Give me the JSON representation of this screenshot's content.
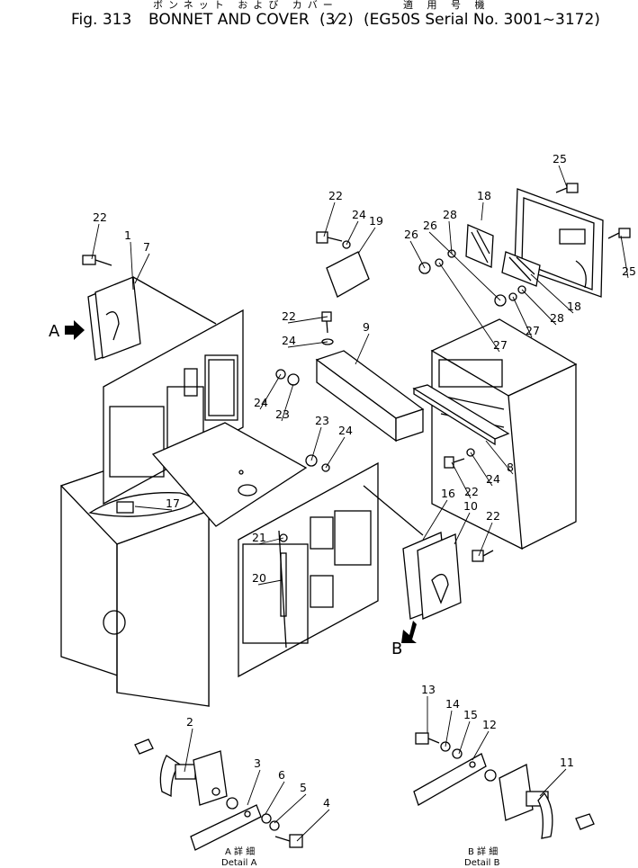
{
  "header": {
    "title_jp": "ボンネット および カバー",
    "applicability_jp": "適 用 号 機",
    "figure_no": "Fig. 313",
    "title": "BONNET AND COVER",
    "sheet": "(3⁄2)",
    "serial": "(EG50S Serial No. 3001~3172)"
  },
  "views": [
    {
      "letter": "A",
      "caption_jp": "A 詳 細",
      "caption": "Detail A"
    },
    {
      "letter": "B",
      "caption_jp": "B 詳 細",
      "caption": "Detail B"
    }
  ],
  "callouts": [
    {
      "label": "1",
      "part": [
        148,
        322
      ]
    },
    {
      "label": "2",
      "part": [
        205,
        858
      ]
    },
    {
      "label": "3",
      "part": [
        275,
        895
      ]
    },
    {
      "label": "4",
      "part": [
        330,
        935
      ]
    },
    {
      "label": "5",
      "part": [
        305,
        915
      ]
    },
    {
      "label": "6",
      "part": [
        295,
        905
      ]
    },
    {
      "label": "7",
      "part": [
        150,
        315
      ]
    },
    {
      "label": "8",
      "part": [
        540,
        490
      ]
    },
    {
      "label": "9",
      "part": [
        395,
        405
      ]
    },
    {
      "label": "10",
      "part": [
        505,
        605
      ]
    },
    {
      "label": "11",
      "part": [
        600,
        885
      ]
    },
    {
      "label": "12",
      "part": [
        525,
        845
      ]
    },
    {
      "label": "13",
      "part": [
        475,
        815
      ]
    },
    {
      "label": "14",
      "part": [
        495,
        830
      ]
    },
    {
      "label": "15",
      "part": [
        510,
        838
      ]
    },
    {
      "label": "16",
      "part": [
        470,
        600
      ]
    },
    {
      "label": "17",
      "part": [
        150,
        563
      ]
    },
    {
      "label": "18",
      "part": [
        535,
        245
      ]
    },
    {
      "label": "18",
      "part": [
        590,
        305
      ]
    },
    {
      "label": "19",
      "part": [
        398,
        282
      ]
    },
    {
      "label": "20",
      "part": [
        313,
        645
      ]
    },
    {
      "label": "21",
      "part": [
        315,
        598
      ]
    },
    {
      "label": "22",
      "part": [
        102,
        288
      ]
    },
    {
      "label": "22",
      "part": [
        360,
        263
      ]
    },
    {
      "label": "22",
      "part": [
        364,
        352
      ]
    },
    {
      "label": "22",
      "part": [
        502,
        514
      ]
    },
    {
      "label": "22",
      "part": [
        532,
        618
      ]
    },
    {
      "label": "23",
      "part": [
        326,
        427
      ]
    },
    {
      "label": "23",
      "part": [
        346,
        512
      ]
    },
    {
      "label": "24",
      "part": [
        385,
        272
      ]
    },
    {
      "label": "24",
      "part": [
        364,
        380
      ]
    },
    {
      "label": "24",
      "part": [
        312,
        416
      ]
    },
    {
      "label": "24",
      "part": [
        362,
        520
      ]
    },
    {
      "label": "24",
      "part": [
        523,
        503
      ]
    },
    {
      "label": "25",
      "part": [
        630,
        208
      ]
    },
    {
      "label": "25",
      "part": [
        690,
        262
      ]
    },
    {
      "label": "26",
      "part": [
        472,
        298
      ]
    },
    {
      "label": "26",
      "part": [
        556,
        334
      ]
    },
    {
      "label": "27",
      "part": [
        488,
        292
      ]
    },
    {
      "label": "27",
      "part": [
        570,
        330
      ]
    },
    {
      "label": "28",
      "part": [
        502,
        282
      ]
    },
    {
      "label": "28",
      "part": [
        580,
        322
      ]
    }
  ]
}
